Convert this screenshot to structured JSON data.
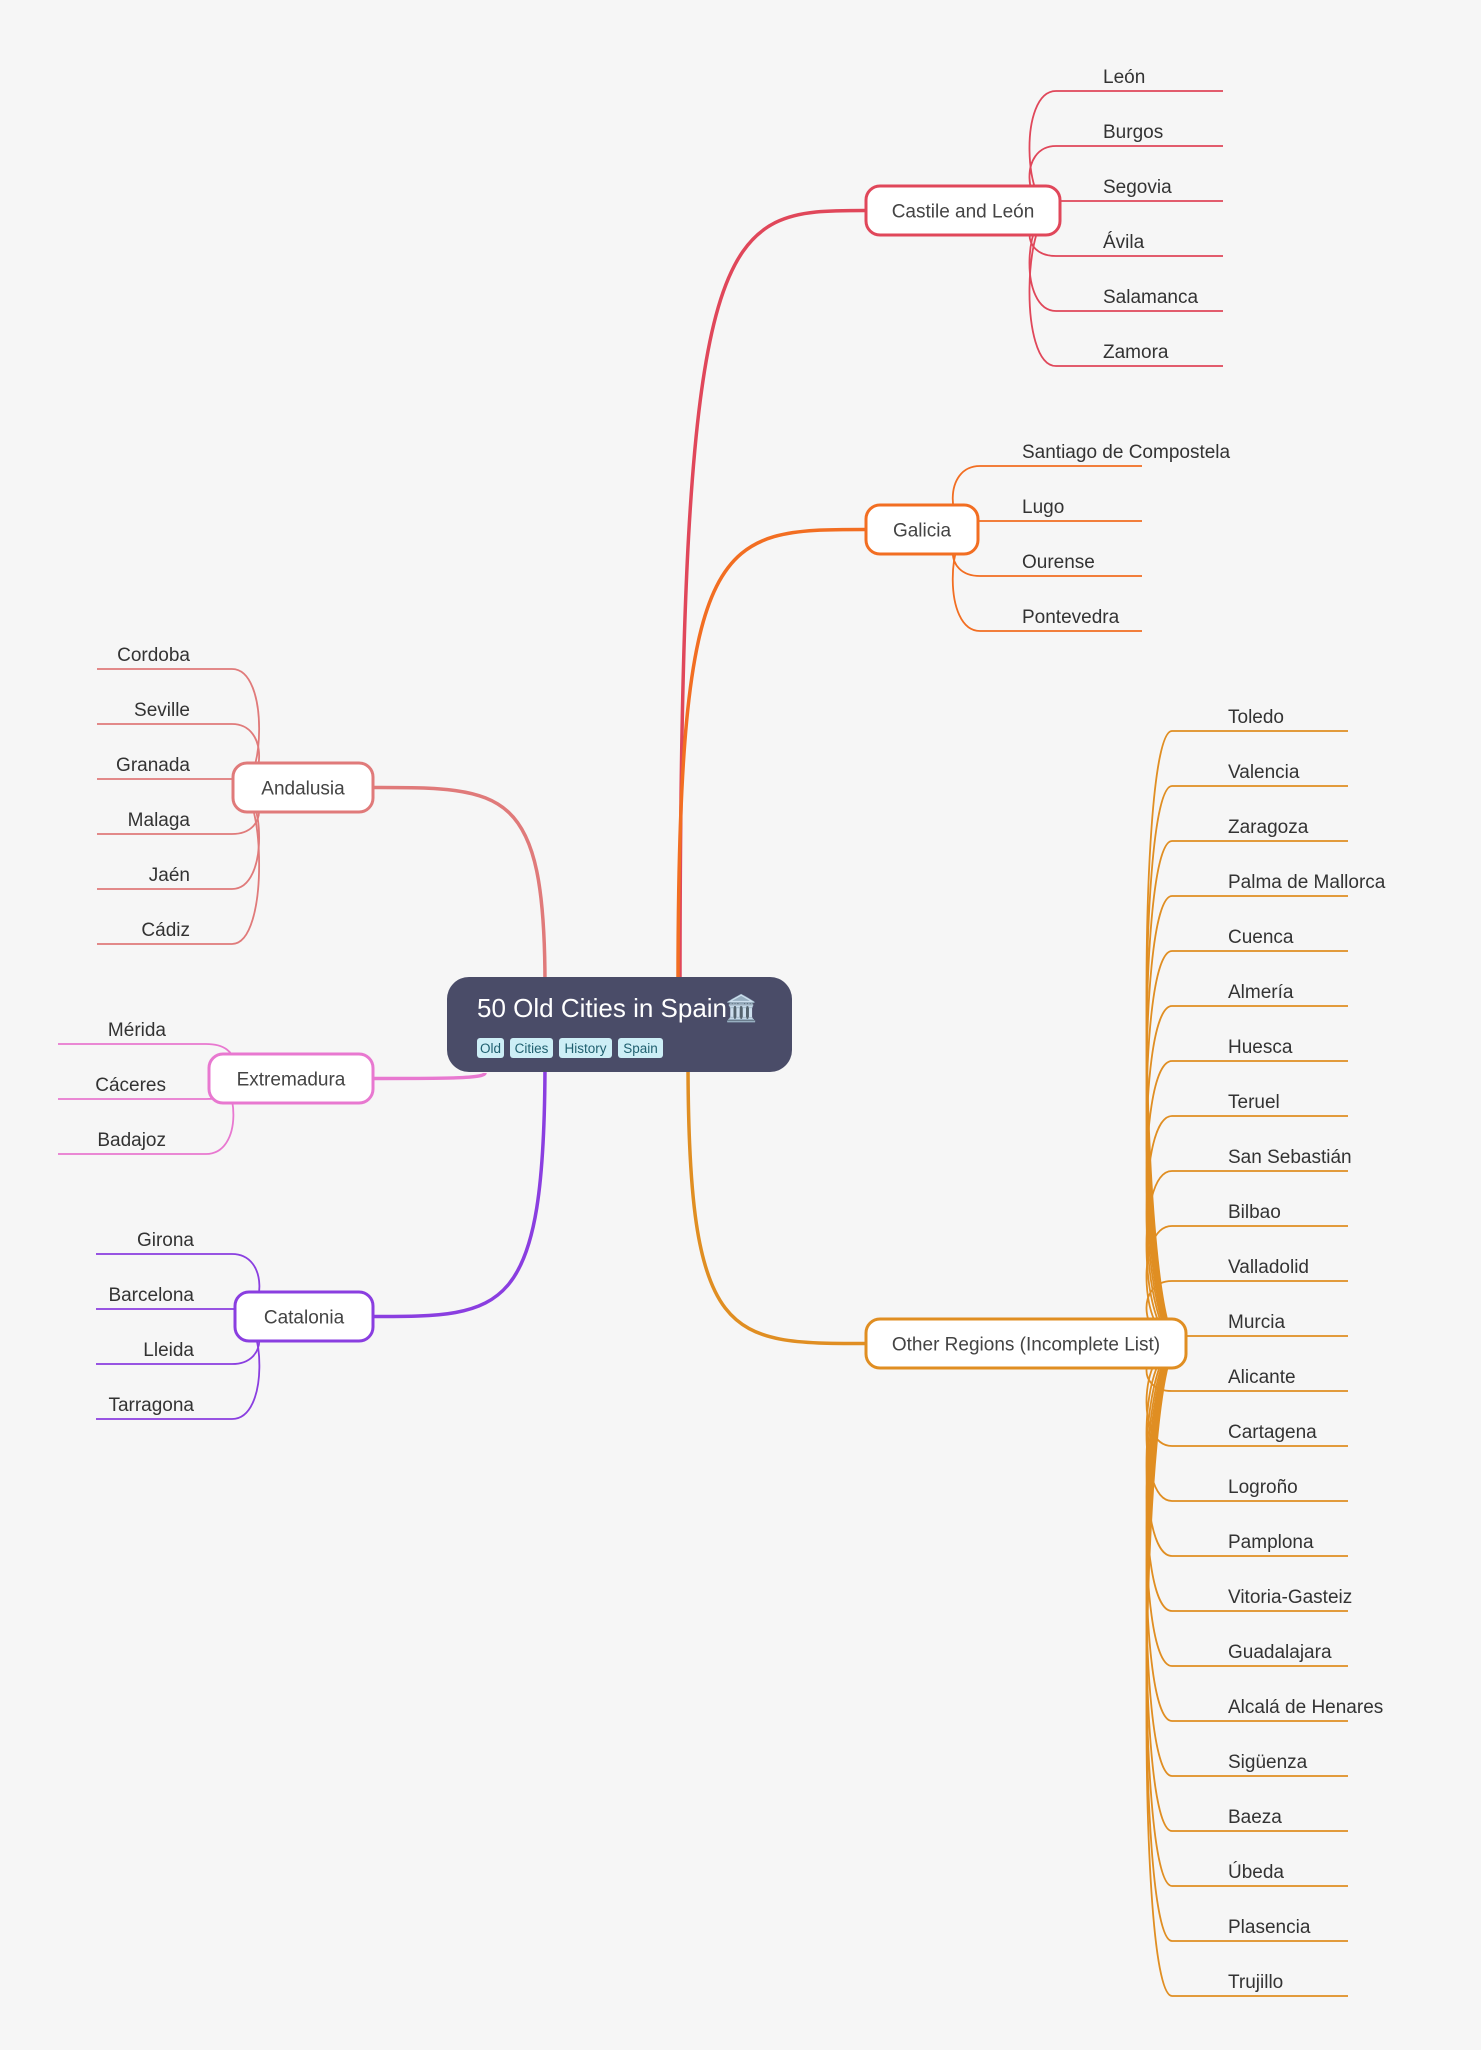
{
  "root": {
    "title": "50 Old Cities in Spain",
    "emoji": "🏛️",
    "tags": [
      "Old",
      "Cities",
      "History",
      "Spain"
    ]
  },
  "branches": [
    {
      "id": "castile",
      "label": "Castile and León",
      "color": "#e0475a",
      "children": [
        "León",
        "Burgos",
        "Segovia",
        "Ávila",
        "Salamanca",
        "Zamora"
      ]
    },
    {
      "id": "galicia",
      "label": "Galicia",
      "color": "#f26e22",
      "children": [
        "Santiago de Compostela",
        "Lugo",
        "Ourense",
        "Pontevedra"
      ]
    },
    {
      "id": "other",
      "label": "Other Regions (Incomplete List)",
      "color": "#e08e22",
      "children": [
        "Toledo",
        "Valencia",
        "Zaragoza",
        "Palma de Mallorca",
        "Cuenca",
        "Almería",
        "Huesca",
        "Teruel",
        "San Sebastián",
        "Bilbao",
        "Valladolid",
        "Murcia",
        "Alicante",
        "Cartagena",
        "Logroño",
        "Pamplona",
        "Vitoria-Gasteiz",
        "Guadalajara",
        "Alcalá de Henares",
        "Sigüenza",
        "Baeza",
        "Úbeda",
        "Plasencia",
        "Trujillo"
      ]
    },
    {
      "id": "andalusia",
      "label": "Andalusia",
      "color": "#e07a7a",
      "children": [
        "Cordoba",
        "Seville",
        "Granada",
        "Malaga",
        "Jaén",
        "Cádiz"
      ]
    },
    {
      "id": "extremadura",
      "label": "Extremadura",
      "color": "#e878d0",
      "children": [
        "Mérida",
        "Cáceres",
        "Badajoz"
      ]
    },
    {
      "id": "catalonia",
      "label": "Catalonia",
      "color": "#8a3ee0",
      "children": [
        "Girona",
        "Barcelona",
        "Lleida",
        "Tarragona"
      ]
    }
  ],
  "colors": {
    "background": "#f6f6f6",
    "root_fill": "#4a4c68",
    "tag_fill": "#cdeef6"
  }
}
